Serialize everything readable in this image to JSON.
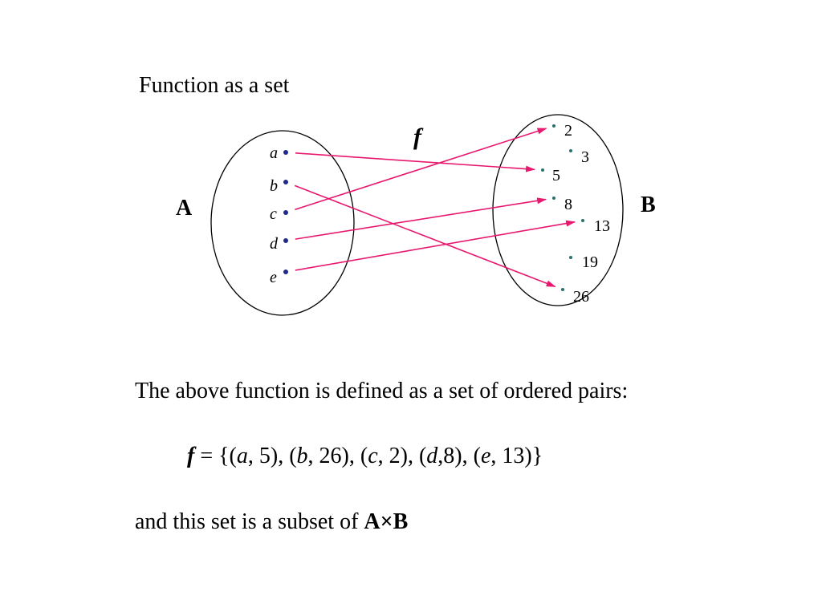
{
  "title": "Function as a set",
  "diagram": {
    "function_label": "f",
    "domain": {
      "label": "A",
      "elements": [
        "a",
        "b",
        "c",
        "d",
        "e"
      ]
    },
    "codomain": {
      "label": "B",
      "elements": [
        "2",
        "3",
        "5",
        "8",
        "13",
        "19",
        "26"
      ]
    },
    "mapping": [
      {
        "from": "a",
        "to": "5"
      },
      {
        "from": "b",
        "to": "26"
      },
      {
        "from": "c",
        "to": "2"
      },
      {
        "from": "d",
        "to": "8"
      },
      {
        "from": "e",
        "to": "13"
      }
    ],
    "colors": {
      "arrow": "#e8186e",
      "domain_dot": "#1e2a8c",
      "codomain_dot": "#2a6f6a",
      "ellipse": "#000000"
    }
  },
  "description": {
    "intro": "The above function is defined as a set of ordered pairs:",
    "formula": {
      "name": "f",
      "equals": " = {(",
      "pairs": [
        {
          "x": "a",
          "y": "5"
        },
        {
          "x": "b",
          "y": "26"
        },
        {
          "x": "c",
          "y": "2"
        },
        {
          "x": "d",
          "y": "8"
        },
        {
          "x": "e",
          "y": "13"
        }
      ],
      "close": ")}"
    },
    "closing_text": "and this set is a subset of ",
    "product": "A×B"
  }
}
